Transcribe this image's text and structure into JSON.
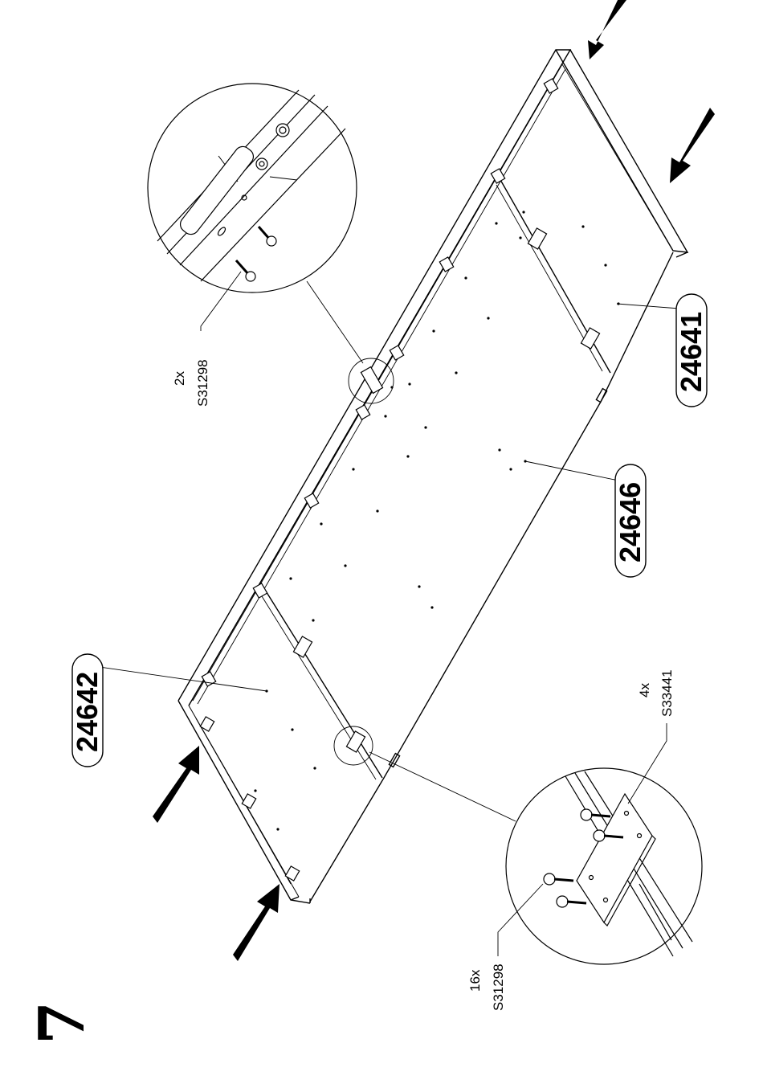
{
  "step": {
    "number": "7"
  },
  "parts": {
    "p1": "24641",
    "p2": "24646",
    "p3": "24642"
  },
  "callouts": {
    "top_qty": "2x",
    "top_code": "S31298",
    "bottom_qty_a": "4x",
    "bottom_code_a": "S33441",
    "bottom_qty_b": "16x",
    "bottom_code_b": "S31298"
  }
}
